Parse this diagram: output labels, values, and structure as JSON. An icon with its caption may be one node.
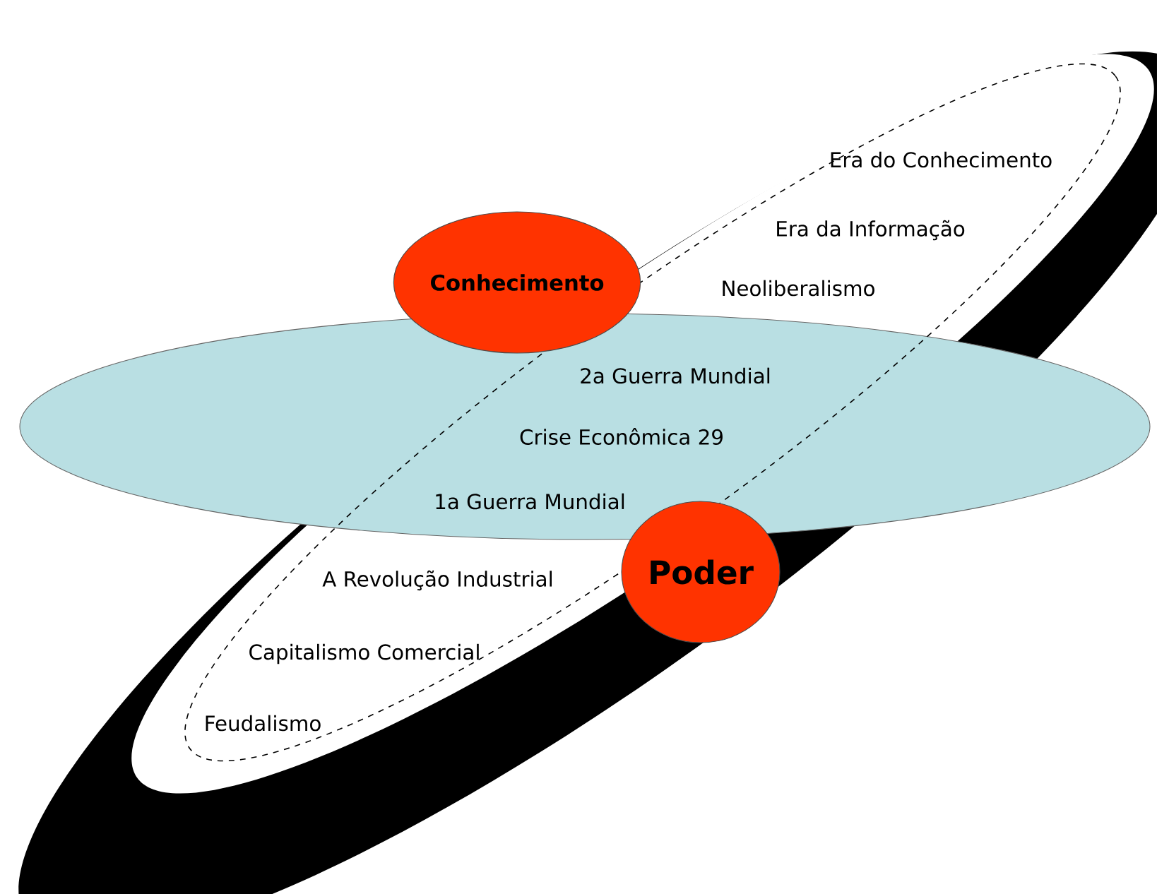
{
  "diagram": {
    "nodes": [
      {
        "text": [
          "Conhecimento"
        ]
      },
      {
        "text": [
          "2a Guerra Mundial",
          "Crise Econômica 29",
          "1a Guerra Mundial"
        ]
      },
      {
        "text": [
          "Poder"
        ]
      }
    ],
    "labels": [
      "Era do Conhecimento",
      "Era da Informação",
      "Neoliberalismo",
      "A Revolução Industrial",
      "Capitalismo Comercial",
      "Feudalismo"
    ]
  }
}
